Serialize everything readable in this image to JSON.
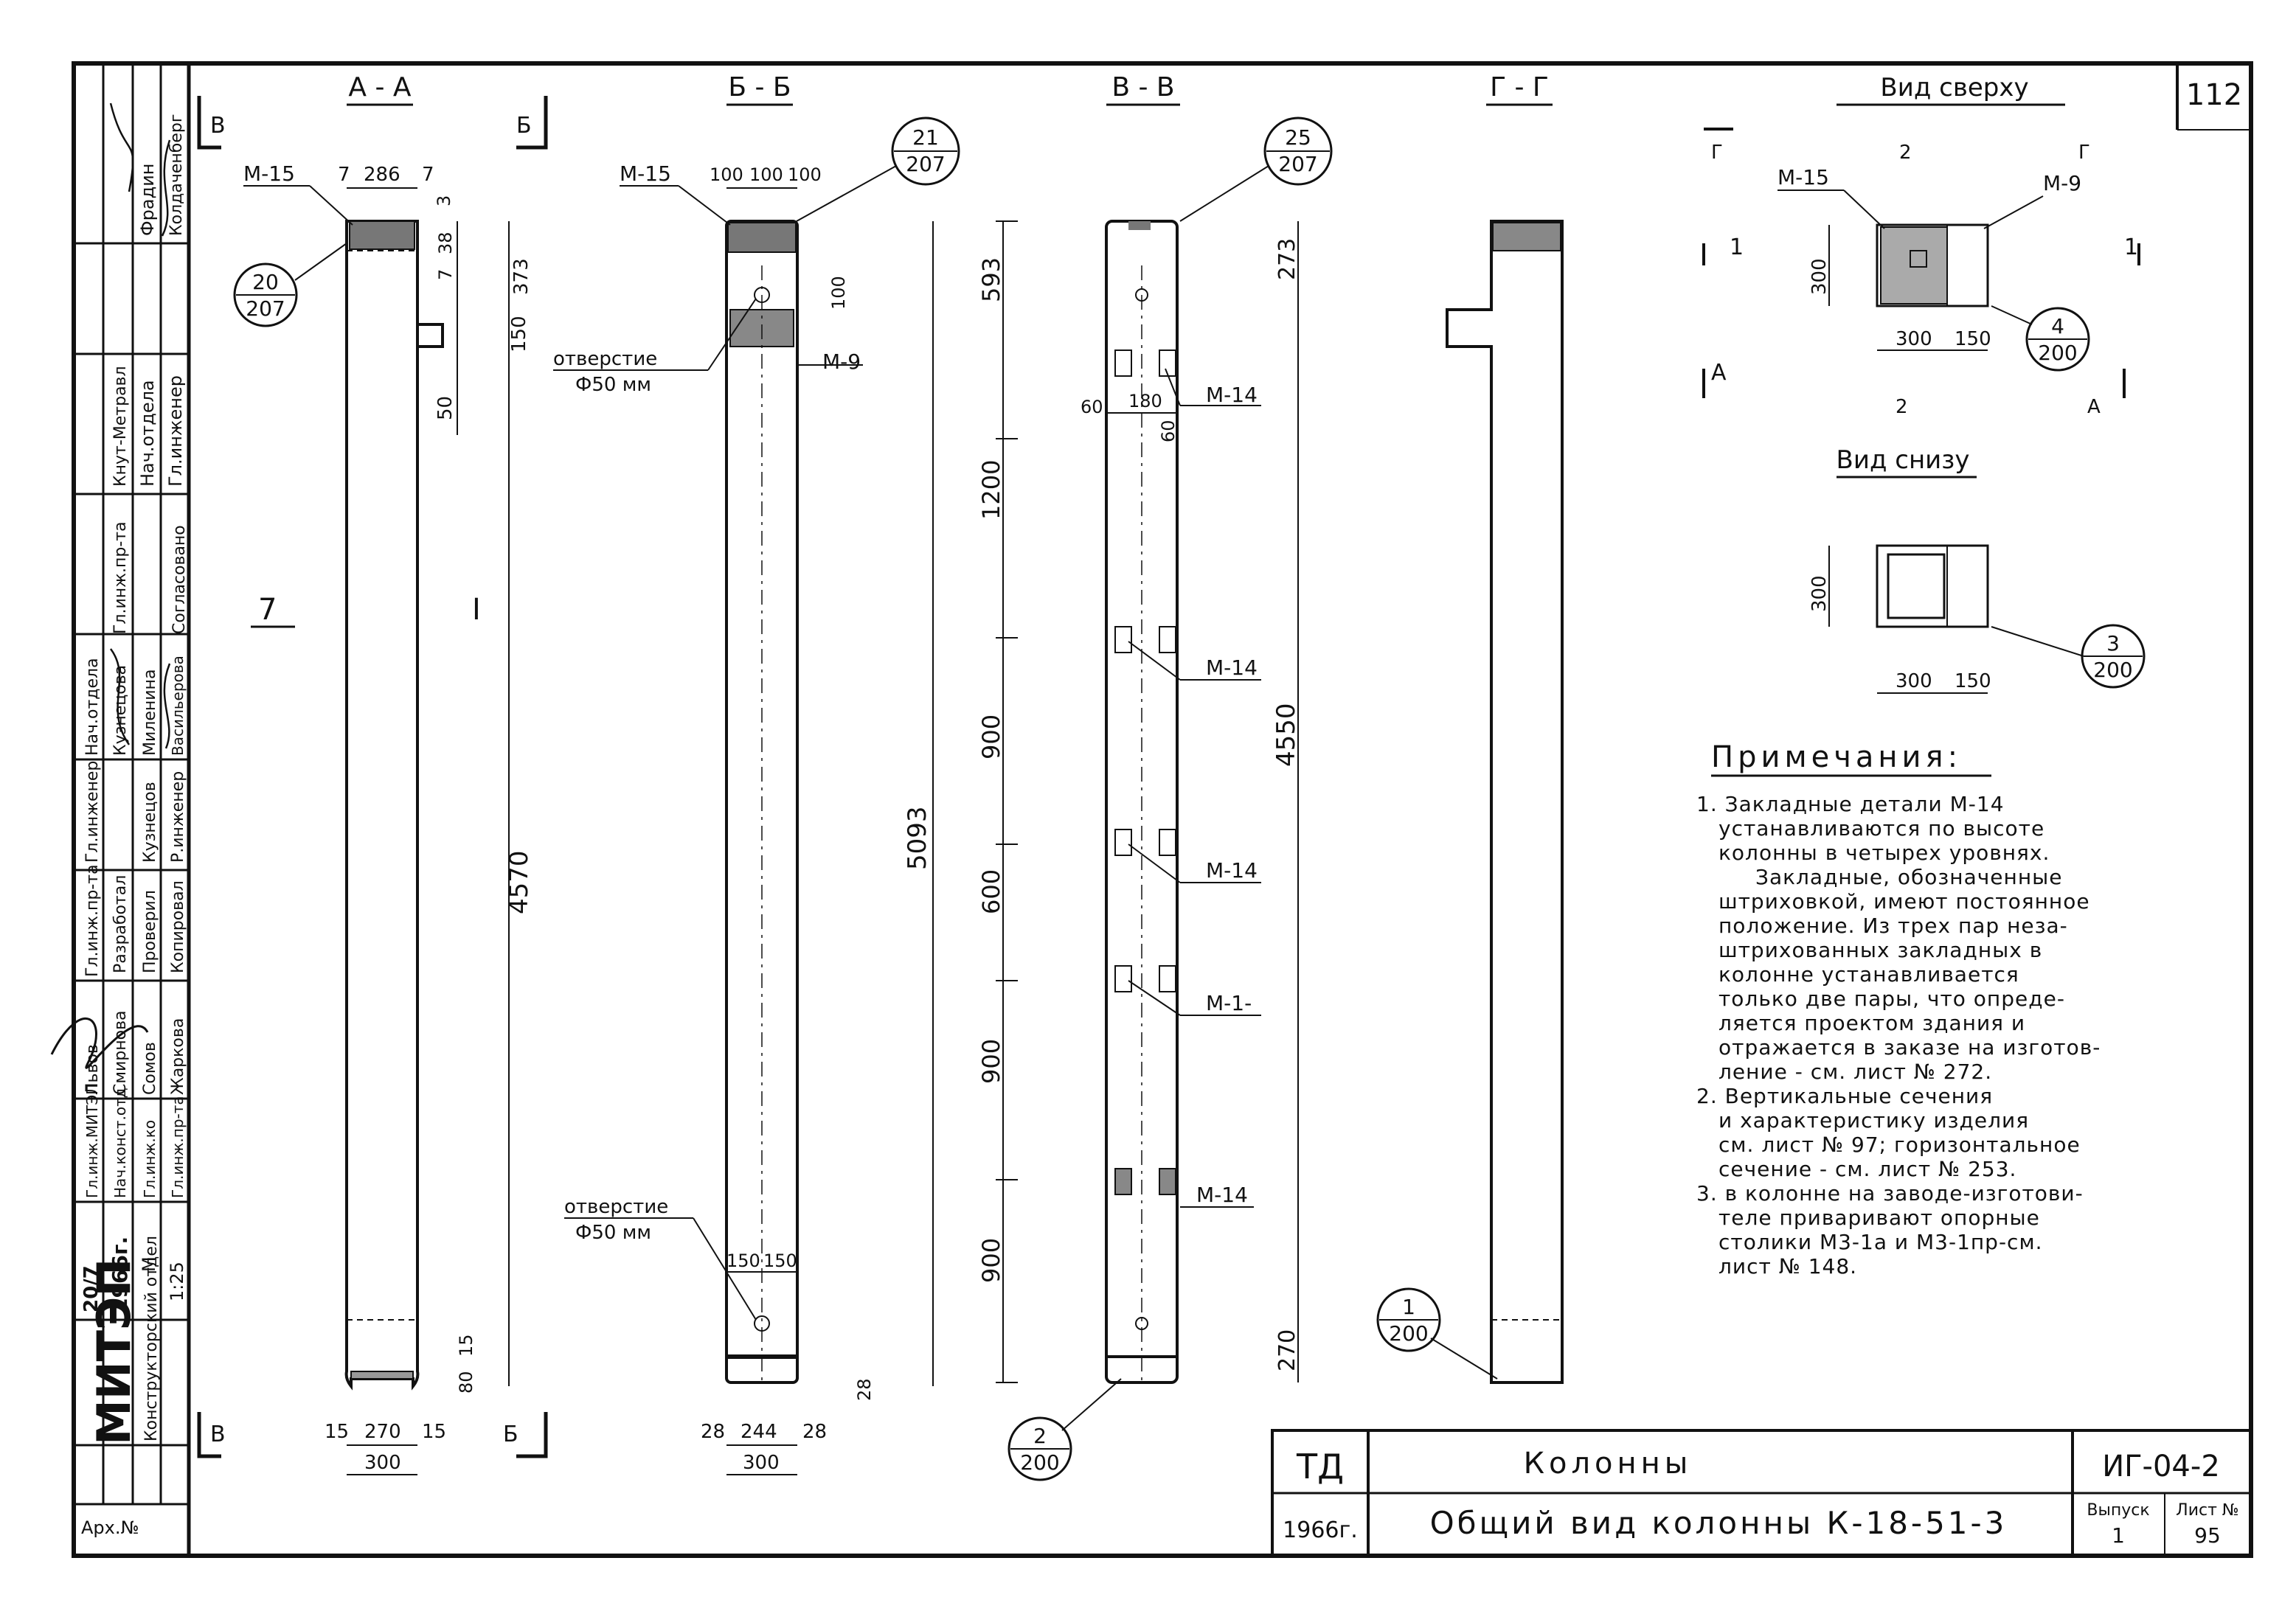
{
  "sheet": {
    "sheet_corner_number": "112",
    "org": "МИТЭП",
    "dept": "Конструкторский отдел",
    "archive": "Арх.№",
    "year_block": {
      "no": "20/7",
      "year": "1966г.",
      "scale_label": "М",
      "scale": "1:25"
    },
    "coord_header": "Согласовано"
  },
  "roles": [
    {
      "role": "Нач.отдела",
      "name": "Фрадин"
    },
    {
      "role": "Гл.инженер",
      "name": "Колдаченберг"
    },
    {
      "role": "Гл.инж.пр-та",
      "name": "Кнут-Метравл"
    },
    {
      "role": "Нач.отдела",
      "name": "Кузнецова"
    },
    {
      "role": "Гл.инженер",
      "name": "Миленина"
    },
    {
      "role": "Гл.инж.пр-та",
      "name": "Кузнецов"
    },
    {
      "role": "Р.инженер",
      "name": "Васильерова"
    },
    {
      "role": "Разработал",
      "name": "Львов"
    },
    {
      "role": "Проверил",
      "name": "Смирнова"
    },
    {
      "role": "Копировал",
      "name": "Сомов"
    },
    {
      "role": "Гл.инж.МИТЭП",
      "name": "Жаркова"
    },
    {
      "role": "Нач.конст.отд",
      "name": ""
    },
    {
      "role": "Гл.инж.ко",
      "name": ""
    },
    {
      "role": "Гл.инж.пр-та",
      "name": ""
    }
  ],
  "views": {
    "aa": {
      "title": "А - А",
      "cut_left": "В",
      "cut_right": "Б",
      "side_label": "7",
      "mark": "М-15",
      "dims_top": [
        "7",
        "286",
        "7"
      ],
      "dims_right": [
        "3",
        "38",
        "7",
        "373",
        "150",
        "50"
      ],
      "height": "4570",
      "center_mark": "I",
      "dims_bottom_right": [
        "15",
        "80"
      ],
      "dims_bottom": [
        "15",
        "270",
        "15",
        "300"
      ],
      "callout_num": "20",
      "callout_sheet": "207"
    },
    "bb": {
      "title": "Б - Б",
      "mark_top": "М-15",
      "mark_side": "М-9",
      "dims_top": [
        "100",
        "100",
        "100"
      ],
      "hole_label": "отверстие",
      "hole_dia": "Ф50 мм",
      "hole_dim": "100",
      "height": "5093",
      "hole_bottom_label": "отверстие",
      "hole_bottom_dia": "Ф50 мм",
      "dims_mid_bottom": [
        "150",
        "150"
      ],
      "dims_bottom": [
        "28",
        "244",
        "28",
        "300"
      ],
      "dim_bottom_right": "28",
      "callout_num": "21",
      "callout_sheet": "207"
    },
    "vv": {
      "title": "В - В",
      "dims_left": [
        "593",
        "1200",
        "900",
        "600",
        "900",
        "900"
      ],
      "dims_right_top": "273",
      "height": "4550",
      "dims_right_bottom": "270",
      "dims_top": [
        "60",
        "180",
        "60"
      ],
      "marks": [
        "М-14",
        "М-14",
        "М-14",
        "М-1-",
        "М-14"
      ],
      "callout_top_num": "25",
      "callout_top_sheet": "207",
      "callout_bot_num": "2",
      "callout_bot_sheet": "200"
    },
    "gg": {
      "title": "Г - Г",
      "callout_num": "1",
      "callout_sheet": "200"
    },
    "top": {
      "title": "Вид сверху",
      "marks": [
        "М-15",
        "М-9"
      ],
      "cut_marks": [
        "Г",
        "2",
        "Г",
        "1",
        "1",
        "А",
        "2",
        "А"
      ],
      "dim_left": "300",
      "dims_bottom": [
        "300",
        "150"
      ],
      "callout_num": "4",
      "callout_sheet": "200"
    },
    "bottom": {
      "title": "Вид снизу",
      "dim_left": "300",
      "dims_bottom": [
        "300",
        "150"
      ],
      "callout_num": "3",
      "callout_sheet": "200"
    }
  },
  "notes": {
    "title": "Примечания:",
    "lines": [
      "1. Закладные детали М-14",
      "устанавливаются по высоте",
      "колонны в четырех уровнях.",
      "Закладные, обозначенные",
      "штриховкой, имеют постоянное",
      "положение. Из трех пар неза-",
      "штрихованных закладных в",
      "колонне устанавливается",
      "только две пары, что опреде-",
      "ляется проектом здания и",
      "отражается в заказе на изготов-",
      "ление - см. лист № 272.",
      "2. Вертикальные сечения",
      "и характеристику изделия",
      "см. лист № 97; горизонтальное",
      "сечение - см. лист № 253.",
      "3. в колонне на заводе-изготови-",
      "теле приваривают опорные",
      "столики М3-1а и М3-1пр-см.",
      "лист № 148."
    ]
  },
  "title_block": {
    "code": "ТД",
    "year": "1966г.",
    "category": "Колонны",
    "name": "Общий вид колонны К-18-51-3",
    "series": "ИГ-04-2",
    "issue_label": "Выпуск",
    "issue": "1",
    "sheet_label": "Лист №",
    "sheet_no": "95"
  }
}
